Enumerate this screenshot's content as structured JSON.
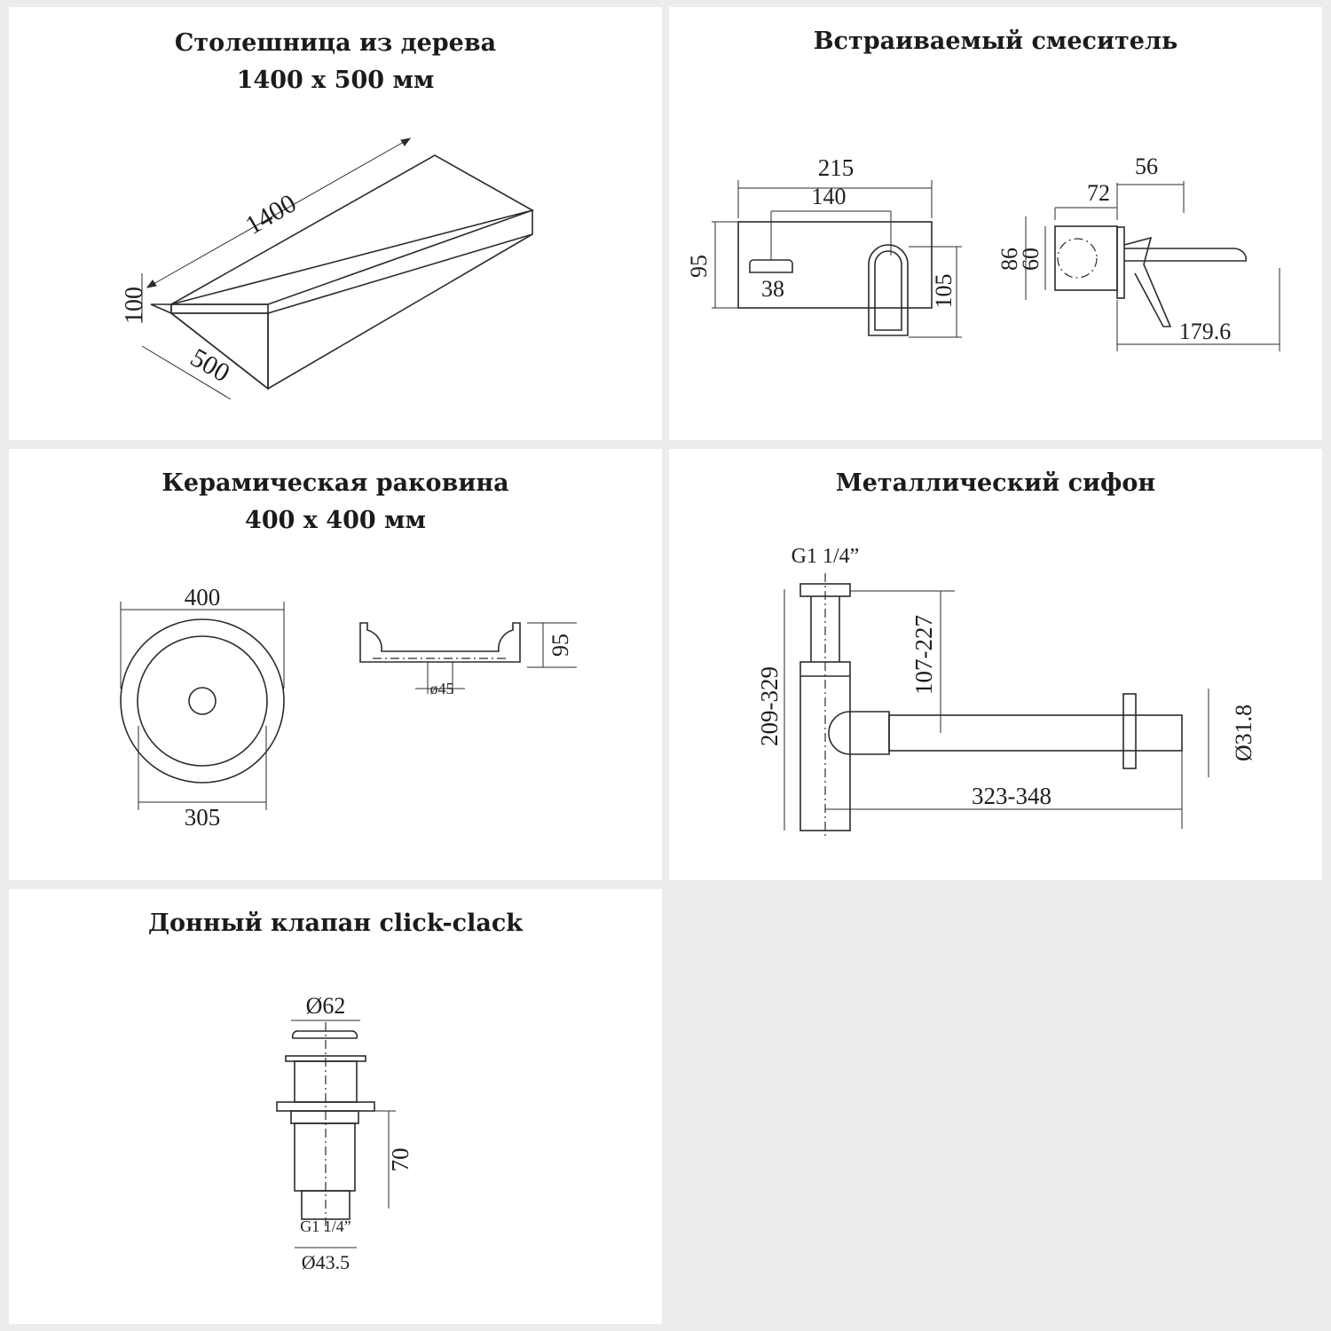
{
  "panels": [
    {
      "id": "countertop",
      "title_line1": "Столешница из дерева",
      "title_line2": "1400 x 500 мм",
      "dims": {
        "length": "1400",
        "height": "100",
        "depth": "500"
      }
    },
    {
      "id": "mixer",
      "title_line1": "Встраиваемый смеситель",
      "dims": {
        "width": "215",
        "spacing": "140",
        "height_left": "95",
        "lever": "38",
        "height_right": "105",
        "side_depth": "56",
        "side_body": "72",
        "side_h1": "86",
        "side_h2": "60",
        "spout": "179.6"
      }
    },
    {
      "id": "basin",
      "title_line1": "Керамическая раковина",
      "title_line2": "400 x 400 мм",
      "dims": {
        "outer": "400",
        "inner": "305",
        "height": "95",
        "drain": "ø45"
      }
    },
    {
      "id": "siphon",
      "title_line1": "Металлический сифон",
      "dims": {
        "thread": "G1 1/4”",
        "total_height": "209-329",
        "adjust_height": "107-227",
        "length": "323-348",
        "pipe": "Ø31.8"
      }
    },
    {
      "id": "drain-valve",
      "title_line1": "Донный клапан click-clack",
      "dims": {
        "cap": "Ø62",
        "height": "70",
        "thread": "G1 1/4”",
        "body": "Ø43.5"
      }
    }
  ]
}
